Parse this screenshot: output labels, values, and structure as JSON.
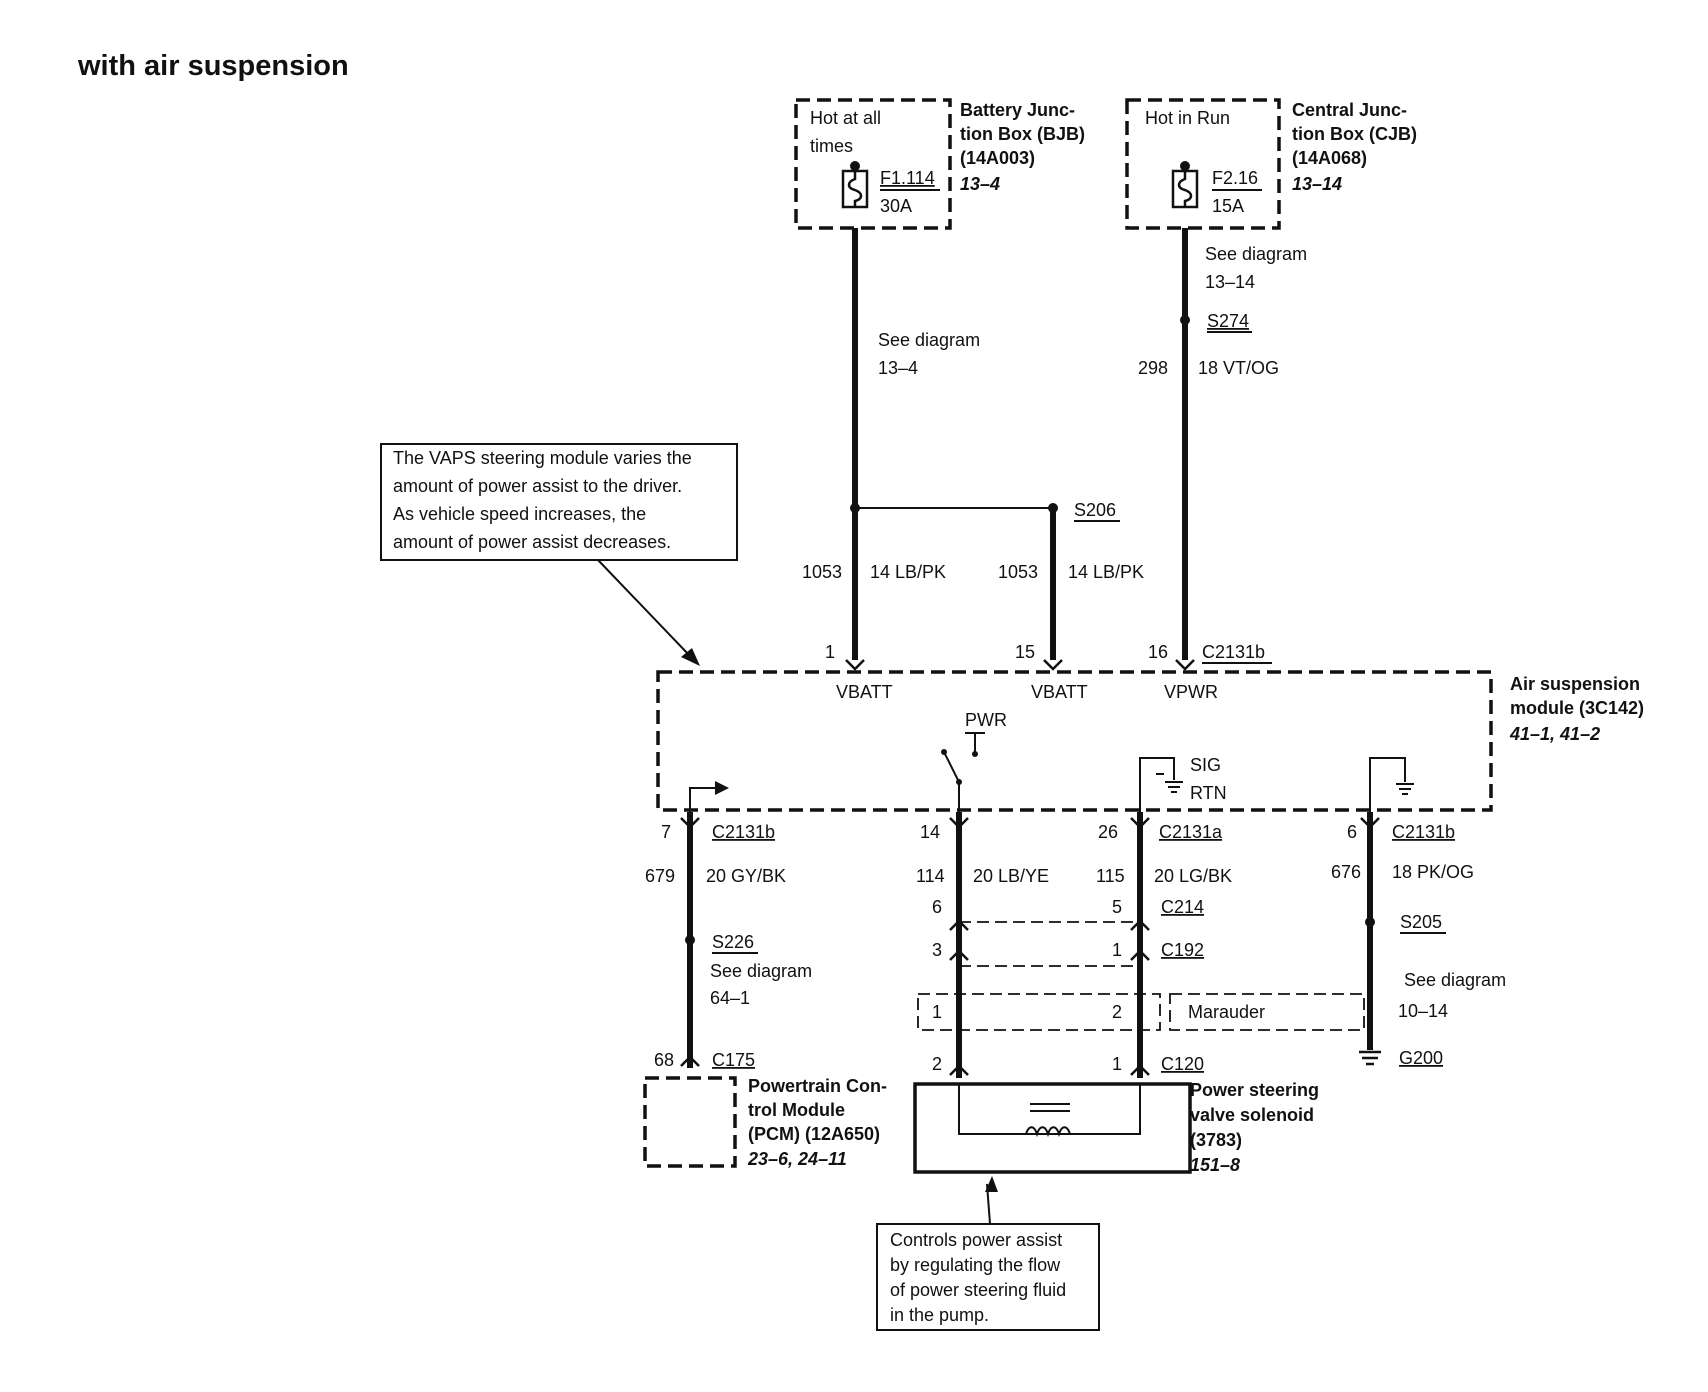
{
  "title": "with air suspension",
  "bjb": {
    "hot": [
      "Hot at all",
      "times"
    ],
    "fuse": "F1.114",
    "amps": "30A",
    "name": [
      "Battery Junc-",
      "tion Box (BJB)",
      "(14A003)"
    ],
    "ref": "13–4"
  },
  "cjb": {
    "hot": "Hot in Run",
    "fuse": "F2.16",
    "amps": "15A",
    "name": [
      "Central Junc-",
      "tion Box (CJB)",
      "(14A068)"
    ],
    "ref": "13–14"
  },
  "see_diagram": "See diagram",
  "bjb_ref_line": "13–4",
  "cjb_ref_line": "13–14",
  "splices": {
    "s274": "S274",
    "s206": "S206",
    "s226": "S226",
    "s205": "S205"
  },
  "wires": {
    "w298": {
      "num": "298",
      "spec": "18 VT/OG"
    },
    "w1053a": {
      "num": "1053",
      "spec": "14 LB/PK"
    },
    "w1053b": {
      "num": "1053",
      "spec": "14 LB/PK"
    },
    "w679": {
      "num": "679",
      "spec": "20 GY/BK"
    },
    "w114": {
      "num": "114",
      "spec": "20 LB/YE"
    },
    "w115": {
      "num": "115",
      "spec": "20 LG/BK"
    },
    "w676": {
      "num": "676",
      "spec": "18 PK/OG"
    }
  },
  "note_vaps": [
    "The VAPS steering module varies the",
    "amount of power assist to the driver.",
    "As vehicle speed increases, the",
    "amount of power assist decreases."
  ],
  "note_solenoid": [
    "Controls power assist",
    "by regulating the flow",
    "of power steering fluid",
    "in the pump."
  ],
  "module": {
    "name": [
      "Air suspension",
      "module (3C142)"
    ],
    "ref": "41–1, 41–2",
    "vbatt1": "VBATT",
    "vbatt2": "VBATT",
    "vpwr": "VPWR",
    "pwr": "PWR",
    "sig": "SIG",
    "rtn": "RTN"
  },
  "pins": {
    "p1": "1",
    "p15": "15",
    "p16": "16",
    "p7": "7",
    "p14": "14",
    "p26": "26",
    "p6": "6",
    "c214_a": "6",
    "c214_b": "5",
    "c192_a": "3",
    "c192_b": "1",
    "mar_a": "1",
    "mar_b": "2",
    "c120_a": "2",
    "c120_b": "1",
    "c175": "68"
  },
  "connectors": {
    "c2131b_top": "C2131b",
    "c2131b_left": "C2131b",
    "c2131a": "C2131a",
    "c2131b_right": "C2131b",
    "c214": "C214",
    "c192": "C192",
    "c120": "C120",
    "c175": "C175"
  },
  "marauder": "Marauder",
  "s226_ref": "64–1",
  "s205_ref": "10–14",
  "ground": "G200",
  "pcm": {
    "name": [
      "Powertrain Con-",
      "trol Module",
      "(PCM) (12A650)"
    ],
    "ref": "23–6, 24–11"
  },
  "solenoid": {
    "name": [
      "Power steering",
      "valve solenoid",
      "(3783)"
    ],
    "ref": "151–8"
  }
}
